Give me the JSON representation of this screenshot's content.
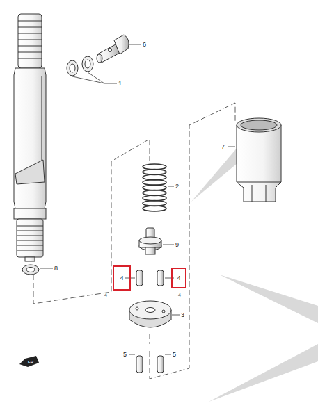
{
  "diagram": {
    "nodes": [
      {
        "text": [
          "4"
        ]
      },
      {
        "text": [
          "4"
        ]
      }
    ],
    "labels": [
      "6",
      "1",
      "2",
      "7",
      "9",
      "8",
      "4",
      "4",
      "3",
      "5",
      "5",
      "FR"
    ]
  }
}
